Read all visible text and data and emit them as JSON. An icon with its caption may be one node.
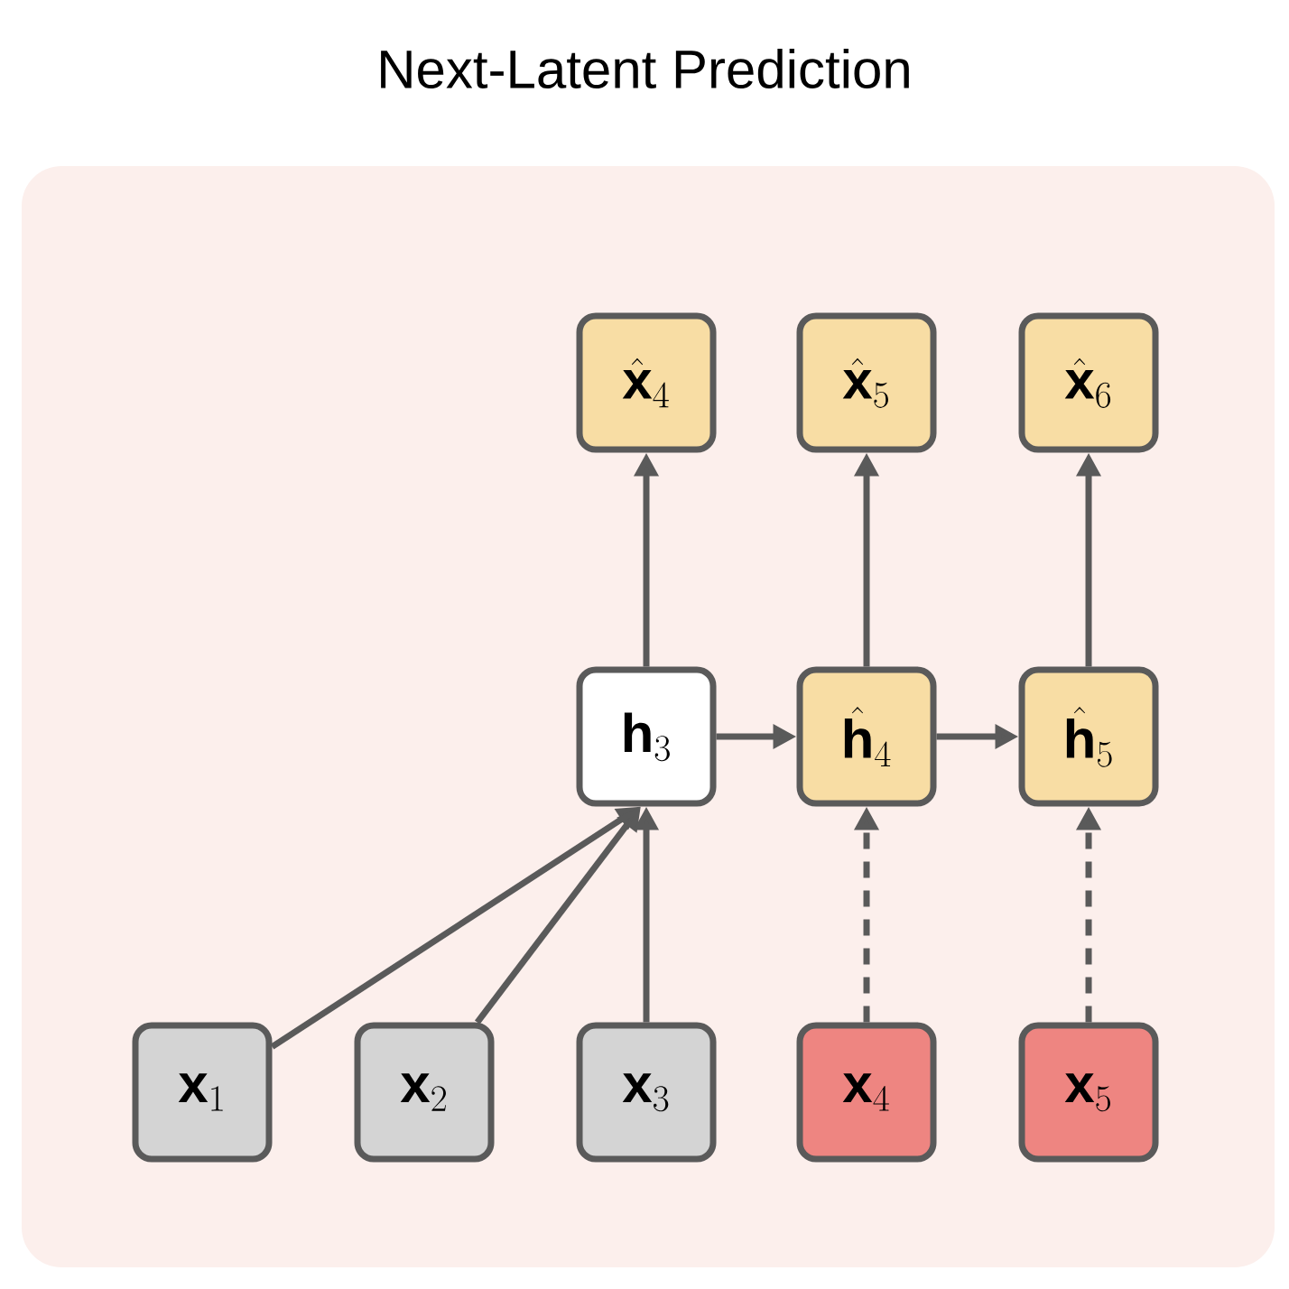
{
  "diagram": {
    "title": "Next-Latent Prediction",
    "nodes": [
      {
        "text": [
          "\\hat{\\mathbf{x}}_4"
        ]
      },
      {
        "text": [
          "\\hat{\\mathbf{x}}_5"
        ]
      },
      {
        "text": [
          "\\hat{\\mathbf{x}}_6"
        ]
      },
      {
        "text": [
          "\\mathbf{h}_3"
        ]
      },
      {
        "text": [
          "\\hat{\\mathbf{h}}_4"
        ]
      },
      {
        "text": [
          "\\hat{\\mathbf{h}}_5"
        ]
      },
      {
        "text": [
          "\\mathbf{x}_1"
        ]
      },
      {
        "text": [
          "\\mathbf{x}_2"
        ]
      },
      {
        "text": [
          "\\mathbf{x}_3"
        ]
      },
      {
        "text": [
          "\\mathbf{x}_4"
        ]
      },
      {
        "text": [
          "\\mathbf{x}_5"
        ]
      }
    ],
    "edges": [
      {
        "from": 6,
        "to": 3,
        "arrow": "to"
      },
      {
        "from": 7,
        "to": 3,
        "arrow": "to"
      },
      {
        "from": 8,
        "to": 3,
        "arrow": "to"
      },
      {
        "from": 3,
        "to": 0,
        "arrow": "to"
      },
      {
        "from": 3,
        "to": 4,
        "arrow": "to"
      },
      {
        "from": 4,
        "to": 1,
        "arrow": "to"
      },
      {
        "from": 4,
        "to": 5,
        "arrow": "to"
      },
      {
        "from": 5,
        "to": 2,
        "arrow": "to"
      },
      {
        "from": 9,
        "to": 4,
        "arrow": "to",
        "style": "dashed"
      },
      {
        "from": 10,
        "to": 5,
        "arrow": "to",
        "style": "dashed"
      }
    ]
  }
}
